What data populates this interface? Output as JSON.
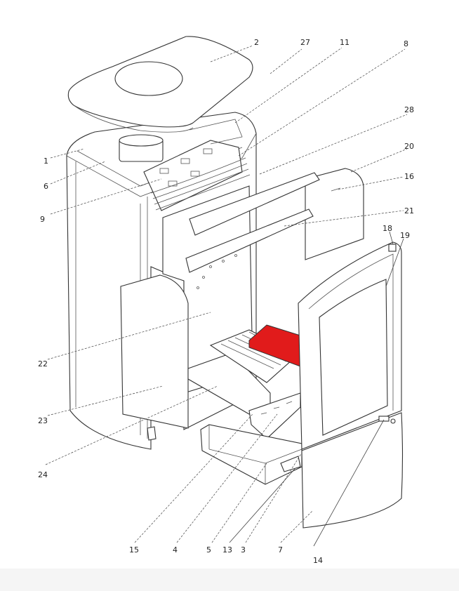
{
  "diagram": {
    "title_hidden": null,
    "accent_color": "#e11b1b",
    "labels": {
      "p1": "1",
      "p2": "2",
      "p3": "3",
      "p4": "4",
      "p5": "5",
      "p6": "6",
      "p7": "7",
      "p8": "8",
      "p9": "9",
      "p11": "11",
      "p13": "13",
      "p14": "14",
      "p15": "15",
      "p16": "16",
      "p18": "18",
      "p19": "19",
      "p20": "20",
      "p21": "21",
      "p22": "22",
      "p23": "23",
      "p24": "24",
      "p27": "27",
      "p28": "28"
    }
  }
}
